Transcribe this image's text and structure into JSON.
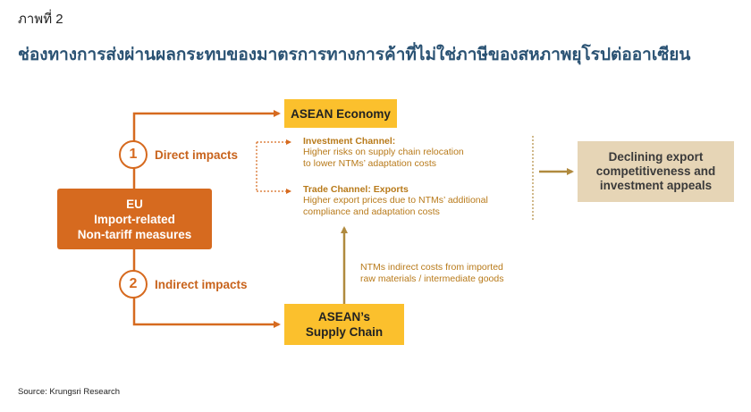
{
  "figure_label": "ภาพที่ 2",
  "title": "ช่องทางการส่งผ่านผลกระทบของมาตรการทางการค้าที่ไม่ใช่ภาษีของสหภาพยุโรปต่ออาเซียน",
  "eu_box": {
    "line1": "EU",
    "line2": "Import-related",
    "line3": "Non-tariff measures"
  },
  "direct": {
    "number": "1",
    "label": "Direct impacts"
  },
  "indirect": {
    "number": "2",
    "label": "Indirect impacts"
  },
  "asean_economy": "ASEAN Economy",
  "asean_supply_chain": {
    "line1": "ASEAN’s",
    "line2": "Supply Chain"
  },
  "investment_channel": {
    "heading": "Investment Channel:",
    "line1": "Higher risks on supply chain relocation",
    "line2": "to lower NTMs’ adaptation costs"
  },
  "trade_channel": {
    "heading": "Trade Channel: Exports",
    "line1": "Higher export prices due to NTMs’ additional",
    "line2": "compliance and adaptation costs"
  },
  "ntm_note": {
    "line1": "NTMs indirect costs from imported",
    "line2": "raw materials / intermediate goods"
  },
  "outcome": {
    "line1": "Declining export",
    "line2": "competitiveness and",
    "line3": "investment appeals"
  },
  "source": "Source: Krungsri Research",
  "colors": {
    "eu_orange": "#d66a1f",
    "asean_yellow": "#fbc02d",
    "channel_text": "#b87a1a",
    "outcome_beige": "#e6d5b6",
    "title_blue": "#2a5273",
    "connector_brown": "#b08a3e"
  }
}
